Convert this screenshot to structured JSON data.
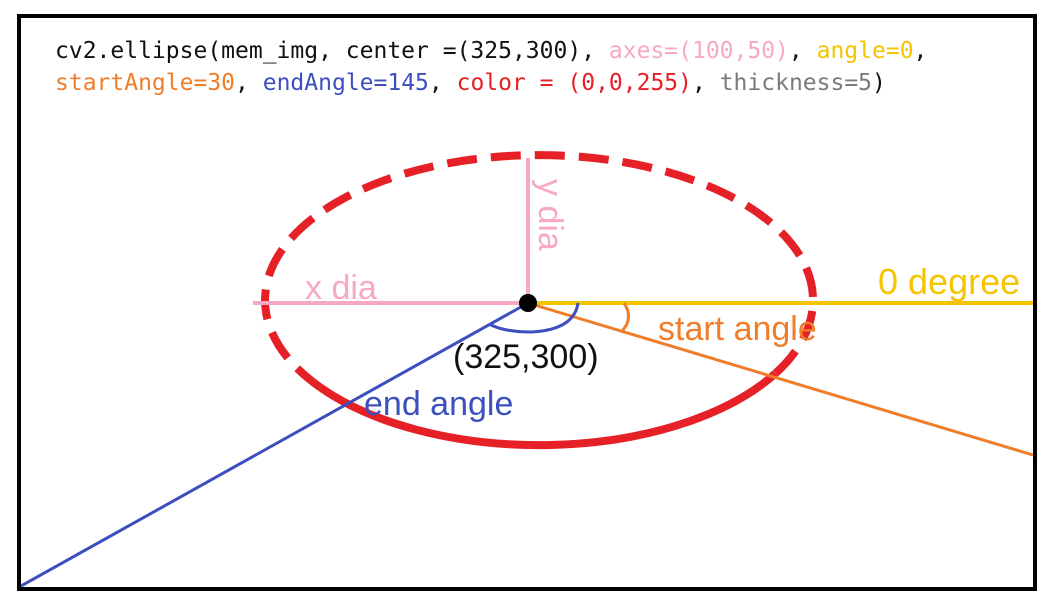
{
  "code": {
    "line1": {
      "prefix": "cv2.ellipse(mem_img, center =(325,300), ",
      "axes": "axes=(100,50)",
      "sep1": ", ",
      "angle": "angle=0",
      "sep2": ","
    },
    "line2": {
      "start_angle": "startAngle=30",
      "sep1": ", ",
      "end_angle": "endAngle=145",
      "sep2": ", ",
      "color": "color = (0,0,255)",
      "sep3": ", ",
      "thickness": "thickness=5",
      "suffix": ")"
    }
  },
  "labels": {
    "x_dia": "x dia",
    "y_dia": "y dia",
    "zero_degree": "0 degree",
    "start_angle": "start angle",
    "end_angle": "end angle",
    "center": "(325,300)"
  },
  "colors": {
    "axes": "#f7a8c4",
    "angle": "#f5c400",
    "start_angle": "#f07d2a",
    "end_angle": "#3d4fbf",
    "ellipse": "#e52026",
    "thickness": "#7a7a7a",
    "text": "#111111"
  }
}
